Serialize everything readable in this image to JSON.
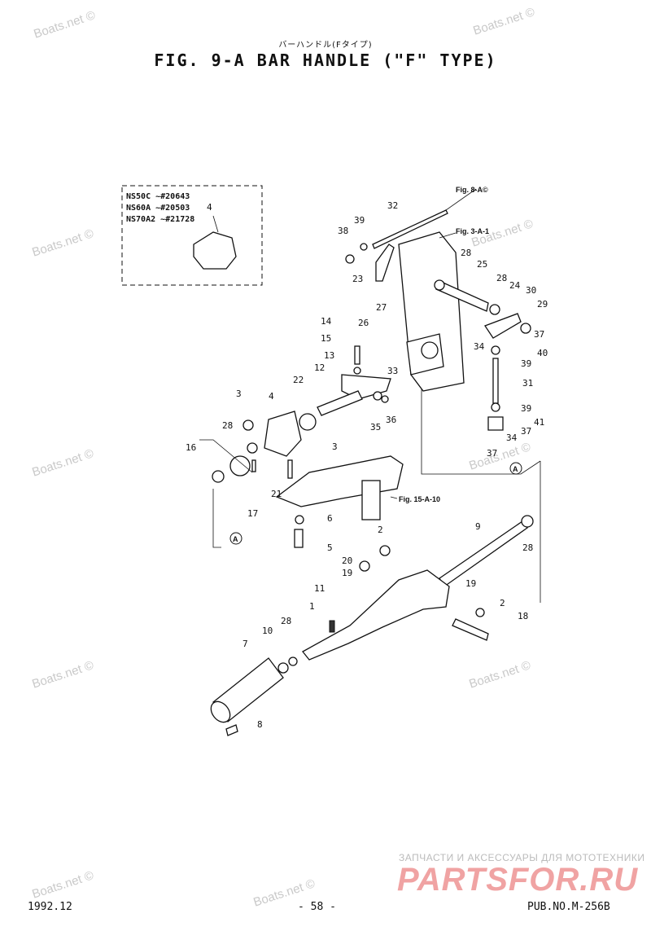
{
  "header": {
    "subtitle_jp": "バーハンドル(Fタイプ)",
    "title": "FIG.  9-A BAR HANDLE (\"F\" TYPE)"
  },
  "watermark": "Boats.net ©",
  "inset": {
    "lines": [
      "NS50C  ~#20643",
      "NS60A  ~#20503",
      "NS70A2 ~#21728"
    ],
    "part_label": "4"
  },
  "references": {
    "fig8": "Fig. 8-A©",
    "fig3": "Fig. 3-A-1",
    "fig15": "Fig. 15-A-10",
    "marker_a": "A"
  },
  "callouts": [
    "32",
    "39",
    "38",
    "23",
    "28",
    "25",
    "28",
    "24",
    "30",
    "29",
    "27",
    "26",
    "37",
    "34",
    "40",
    "39",
    "14",
    "15",
    "13",
    "12",
    "33",
    "31",
    "22",
    "3",
    "4",
    "35",
    "36",
    "39",
    "28",
    "37",
    "41",
    "34",
    "16",
    "3",
    "37",
    "21",
    "6",
    "17",
    "5",
    "9",
    "28",
    "2",
    "20",
    "19",
    "11",
    "19",
    "2",
    "18",
    "1",
    "10",
    "28",
    "7",
    "8"
  ],
  "footer": {
    "date": "1992.12",
    "page": "- 58 -",
    "pub": "PUB.NO.M-256B",
    "brand_small": "ЗАПЧАСТИ И АКСЕССУАРЫ ДЛЯ МОТОТЕХНИКИ",
    "brand_big": "PARTSFOR.RU"
  }
}
